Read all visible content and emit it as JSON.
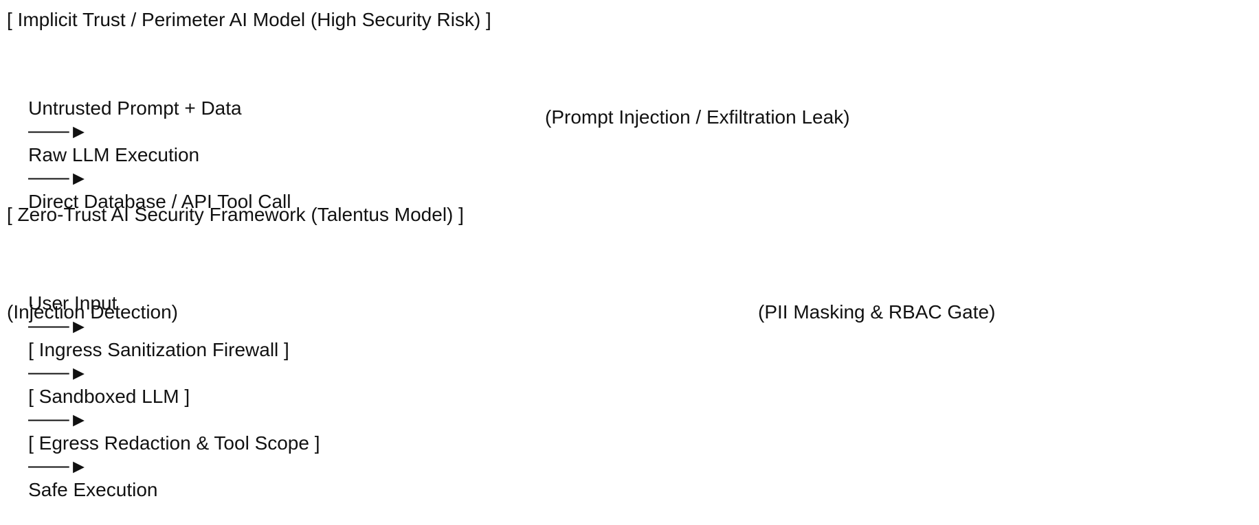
{
  "section1": {
    "title": "[ Implicit Trust / Perimeter AI Model (High Security Risk) ]",
    "flow": {
      "step1": "Untrusted Prompt + Data",
      "arrow1": "───►",
      "step2": "Raw LLM Execution",
      "arrow2": "───►",
      "step3": "Direct Database / API Tool Call",
      "note": "(Prompt Injection / Exfiltration Leak)"
    }
  },
  "section2": {
    "title": "[ Zero-Trust AI Security Framework (Talentus Model) ]",
    "flow": {
      "step1": "User Input",
      "arrow1": "───►",
      "step2": "[ Ingress Sanitization Firewall ]",
      "arrow2": "───►",
      "step3": "[ Sandboxed LLM ]",
      "arrow3": "───►",
      "step4": "[ Egress Redaction & Tool Scope ]",
      "arrow4": "───►",
      "step5": "Safe Execution",
      "note_left": "(Injection Detection)",
      "note_right": "(PII Masking & RBAC Gate)"
    }
  }
}
